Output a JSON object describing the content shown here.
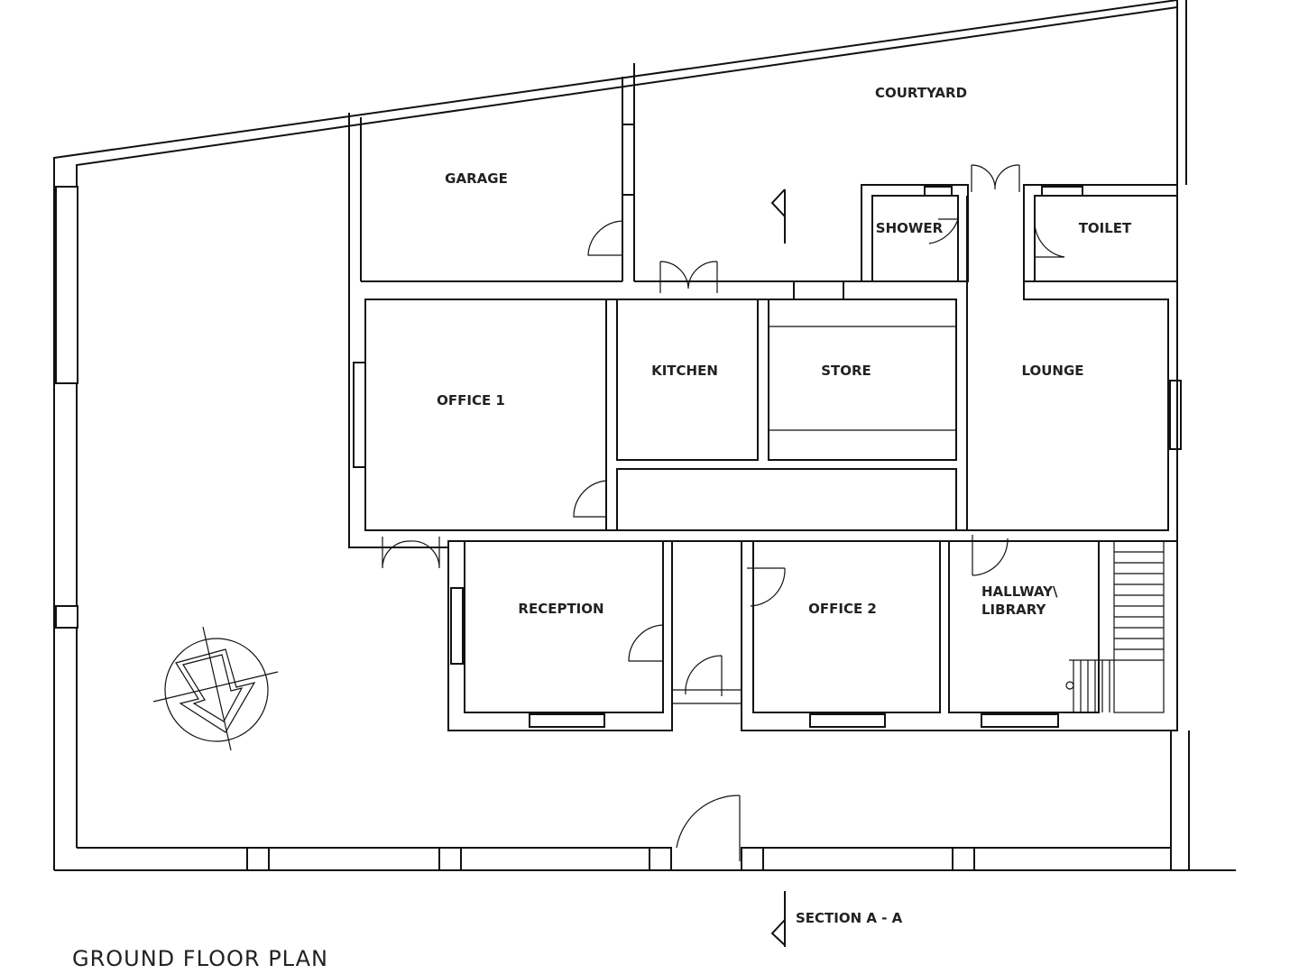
{
  "plan": {
    "title": "GROUND FLOOR PLAN",
    "section_label": "SECTION A - A",
    "rooms": {
      "courtyard": "COURTYARD",
      "garage": "GARAGE",
      "shower": "SHOWER",
      "toilet": "TOILET",
      "office1": "OFFICE 1",
      "kitchen": "KITCHEN",
      "store": "STORE",
      "lounge": "LOUNGE",
      "reception": "RECEPTION",
      "office2": "OFFICE 2",
      "hallway_line1": "HALLWAY\\",
      "hallway_line2": "LIBRARY"
    },
    "stroke_color": "#111111"
  }
}
